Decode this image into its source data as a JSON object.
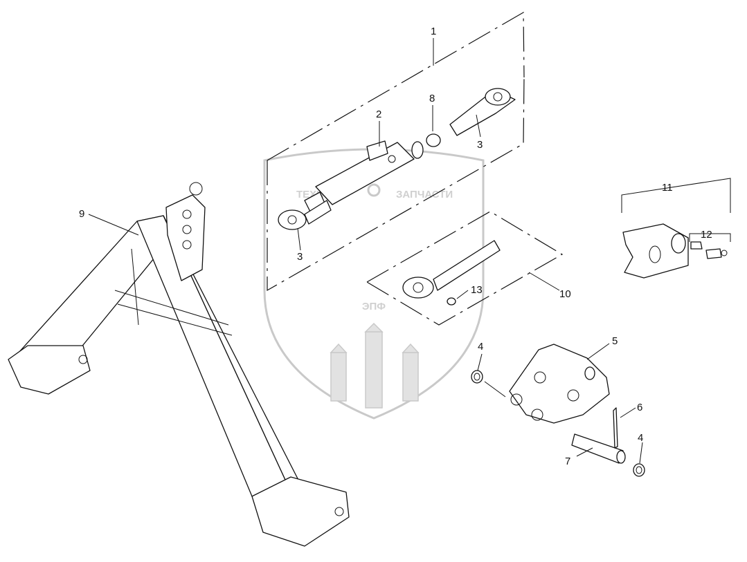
{
  "watermark": {
    "logo_letters": "ЭПФ",
    "left_word": "ТЕХНИКА",
    "right_word": "ЗАПЧАСТИ",
    "color": "#cfcfcf"
  },
  "callouts": [
    {
      "id": "c1",
      "text": "1"
    },
    {
      "id": "c2",
      "text": "2"
    },
    {
      "id": "c3a",
      "text": "3"
    },
    {
      "id": "c3b",
      "text": "3"
    },
    {
      "id": "c4a",
      "text": "4"
    },
    {
      "id": "c4b",
      "text": "4"
    },
    {
      "id": "c5",
      "text": "5"
    },
    {
      "id": "c6",
      "text": "6"
    },
    {
      "id": "c7",
      "text": "7"
    },
    {
      "id": "c8",
      "text": "8"
    },
    {
      "id": "c9",
      "text": "9"
    },
    {
      "id": "c10",
      "text": "10"
    },
    {
      "id": "c11",
      "text": "11"
    },
    {
      "id": "c12",
      "text": "12"
    },
    {
      "id": "c13",
      "text": "13"
    }
  ],
  "colors": {
    "line": "#111111",
    "background": "#ffffff"
  }
}
